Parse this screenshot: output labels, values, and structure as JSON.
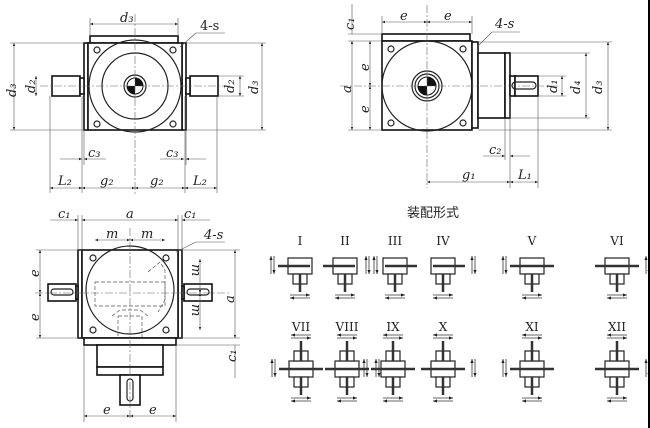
{
  "labels": {
    "d1": "d₁",
    "d2": "d₂",
    "d3": "d₃",
    "d4": "d₄",
    "c1": "c₁",
    "c2": "c₂",
    "c3": "c₃",
    "g1": "g₁",
    "g2": "g₂",
    "L1": "L₁",
    "L2": "L₂",
    "a": "a",
    "e": "e",
    "m": "m",
    "holes": "4-s"
  },
  "assembly": {
    "title": "装配形式",
    "forms": [
      "I",
      "II",
      "III",
      "IV",
      "V",
      "VI",
      "VII",
      "VIII",
      "IX",
      "X",
      "XI",
      "XII"
    ]
  }
}
